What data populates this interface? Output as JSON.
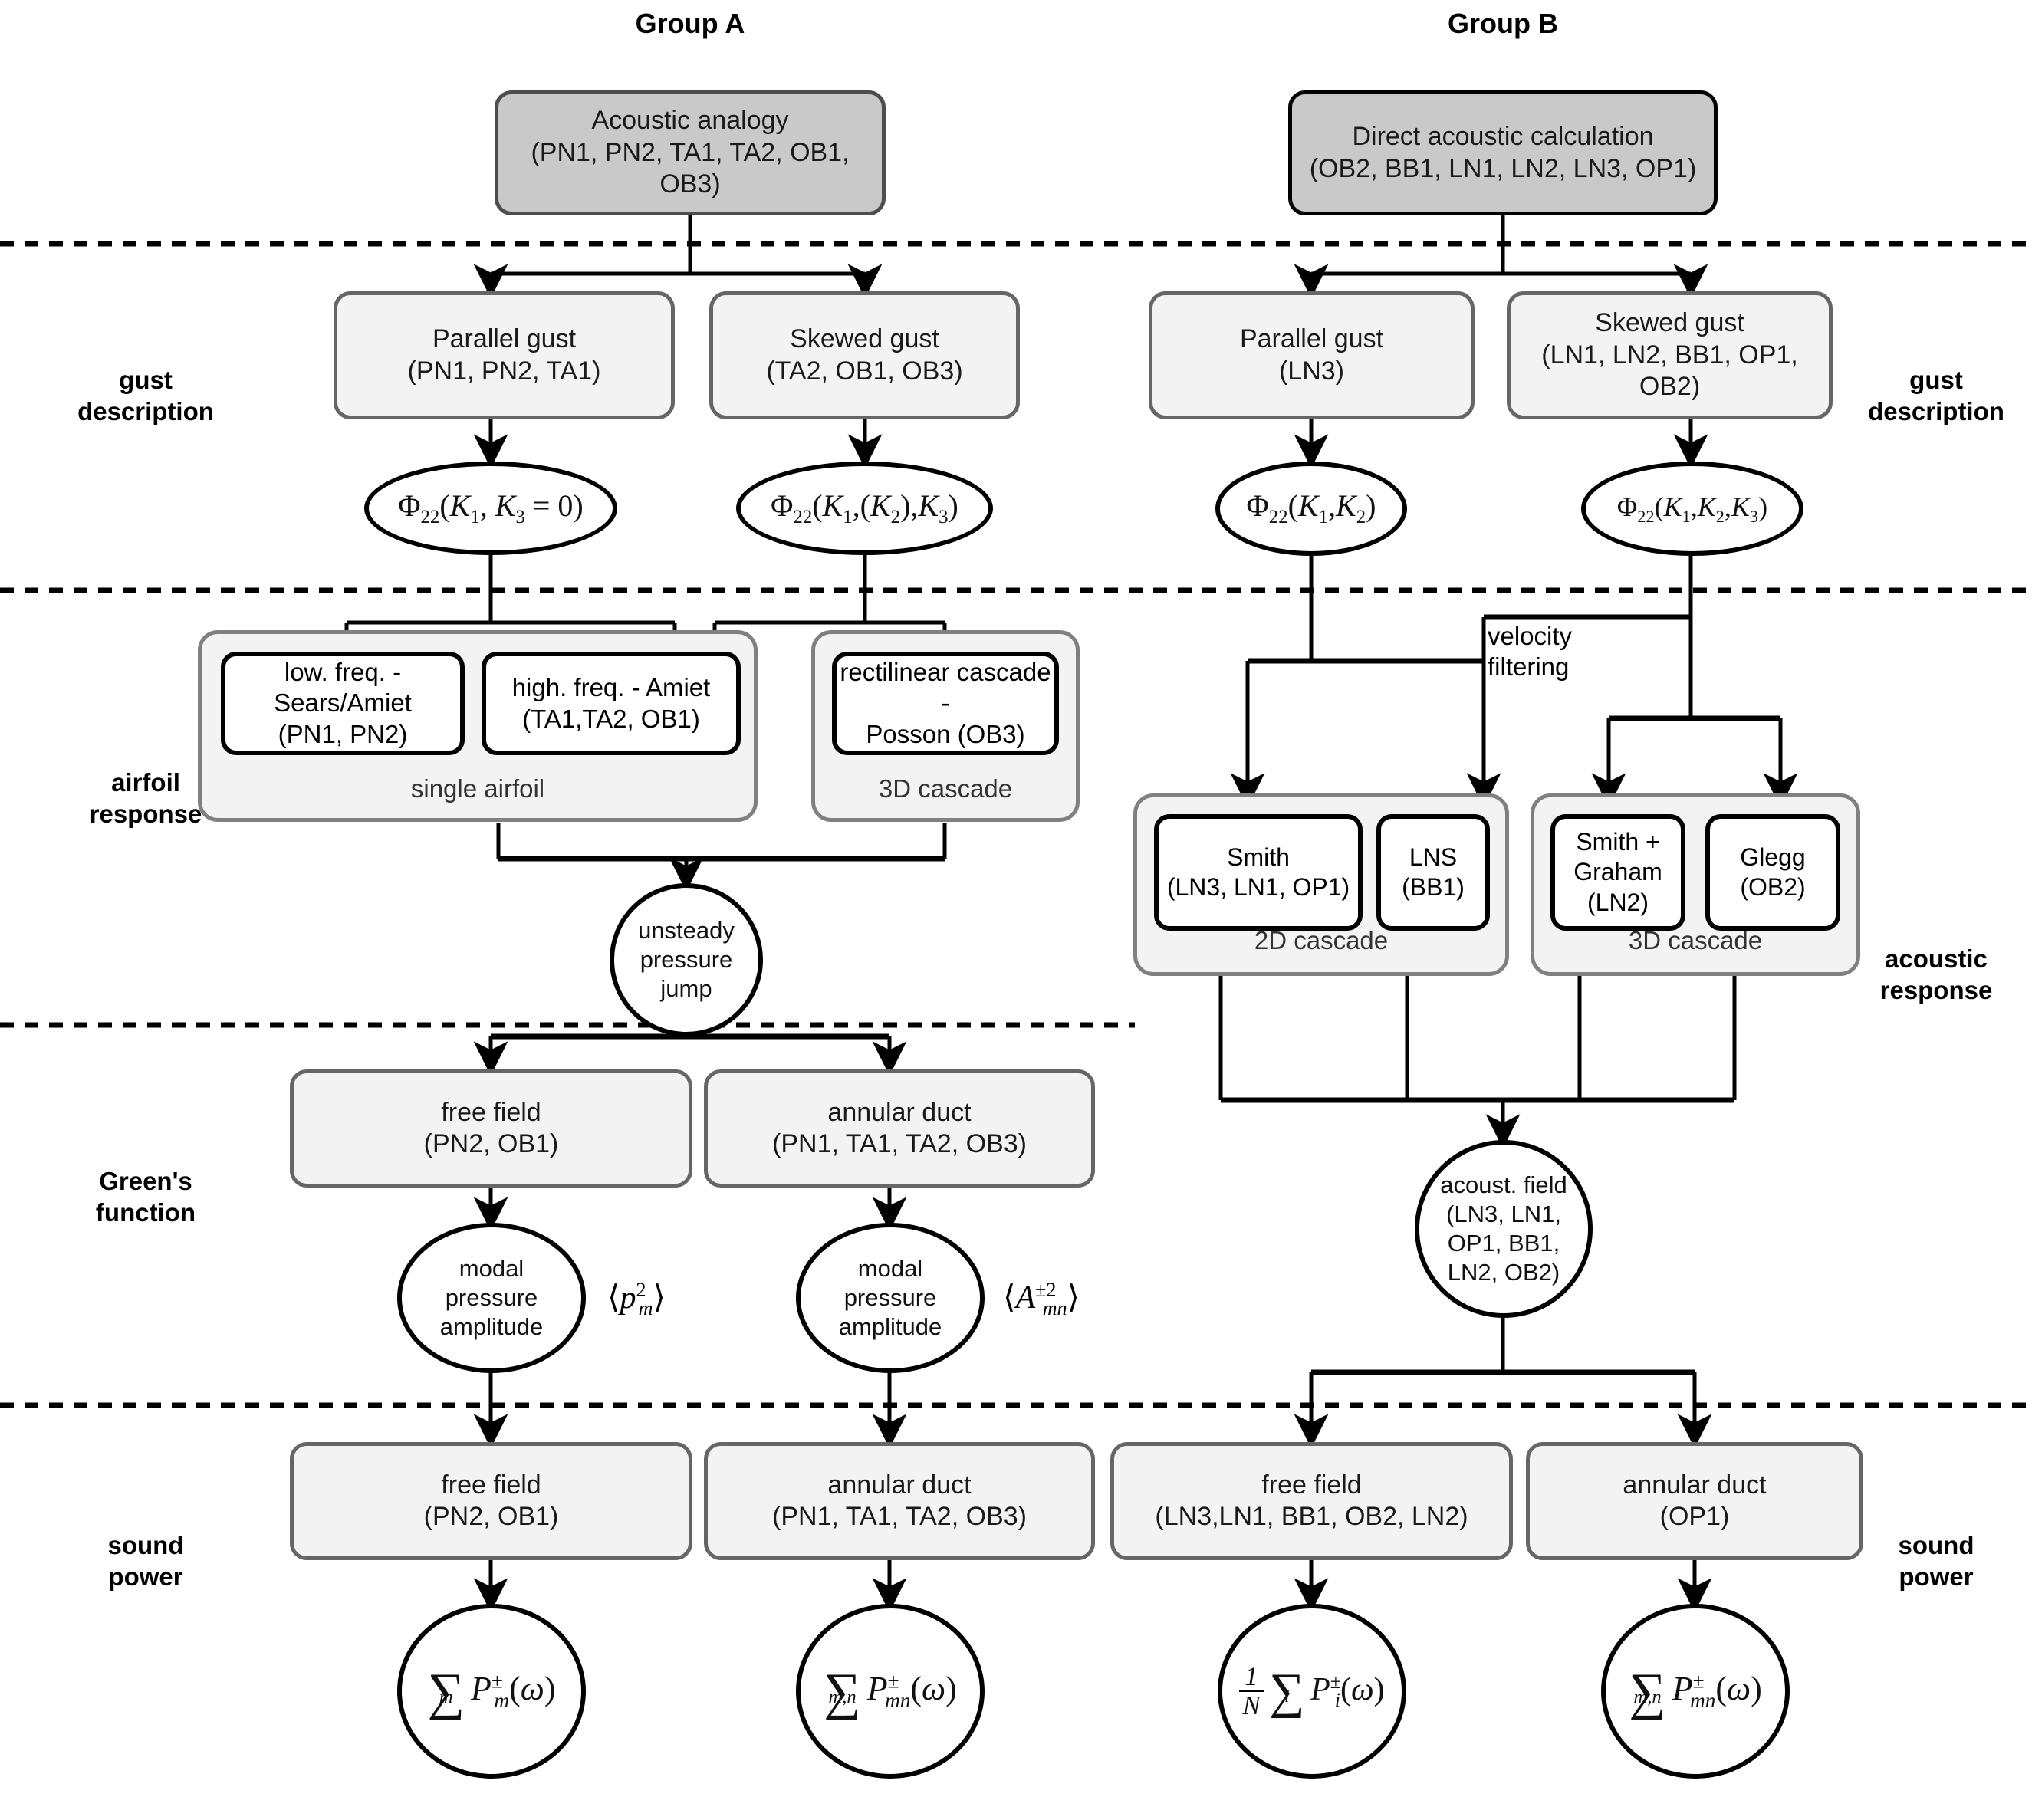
{
  "groups": {
    "a_title": "Group A",
    "b_title": "Group B"
  },
  "left_labels": [
    {
      "id": "gust-description",
      "line1": "gust",
      "line2": "description"
    },
    {
      "id": "airfoil-response",
      "line1": "airfoil",
      "line2": "response"
    },
    {
      "id": "greens-function",
      "line1": "Green's",
      "line2": "function"
    },
    {
      "id": "sound-power",
      "line1": "sound",
      "line2": "power"
    }
  ],
  "right_labels": [
    {
      "id": "gust-description",
      "line1": "gust",
      "line2": "description"
    },
    {
      "id": "acoustic-response",
      "line1": "acoustic",
      "line2": "response"
    },
    {
      "id": "sound-power",
      "line1": "sound",
      "line2": "power"
    }
  ],
  "group_a": {
    "head": {
      "line1": "Acoustic analogy",
      "line2": "(PN1, PN2, TA1, TA2, OB1, OB3)"
    },
    "gust_parallel": {
      "line1": "Parallel gust",
      "line2": "(PN1, PN2, TA1)"
    },
    "gust_skewed": {
      "line1": "Skewed gust",
      "line2": "(TA2, OB1, OB3)"
    },
    "spectrum_parallel": "Φ₂₂(K₁, K₃ = 0)",
    "spectrum_skewed": "Φ₂₂(K₁, (K₂), K₃)",
    "wrap_single_airfoil": "single airfoil",
    "wrap_3d_cascade": "3D cascade",
    "resp_lowfreq": {
      "line1": "low. freq. -",
      "line2": "Sears/Amiet",
      "line3": "(PN1, PN2)"
    },
    "resp_highfreq": {
      "line1": "high. freq. - Amiet",
      "line2": "(TA1,TA2, OB1)"
    },
    "resp_rectilinear": {
      "line1": "rectilinear cascade -",
      "line2": "Posson (OB3)"
    },
    "unsteady": {
      "line1": "unsteady",
      "line2": "pressure",
      "line3": "jump"
    },
    "green_free": {
      "line1": "free field",
      "line2": "(PN2, OB1)"
    },
    "green_duct": {
      "line1": "annular duct",
      "line2": "(PN1, TA1, TA2, OB3)"
    },
    "modal_free": {
      "line1": "modal",
      "line2": "pressure",
      "line3": "amplitude",
      "math": "⟨p²ₘ⟩"
    },
    "modal_duct": {
      "line1": "modal",
      "line2": "pressure",
      "line3": "amplitude",
      "math": "⟨A±²ₘₙ⟩"
    },
    "power_free": {
      "line1": "free field",
      "line2": "(PN2, OB1)"
    },
    "power_duct": {
      "line1": "annular duct",
      "line2": "(PN1, TA1, TA2, OB3)"
    },
    "sum_free": "∑ₘ P±ₘ(ω)",
    "sum_duct": "∑ₘ,ₙ P±ₘₙ(ω)"
  },
  "group_b": {
    "head": {
      "line1": "Direct acoustic calculation",
      "line2": "(OB2, BB1, LN1, LN2, LN3, OP1)"
    },
    "gust_parallel": {
      "line1": "Parallel gust",
      "line2": "(LN3)"
    },
    "gust_skewed": {
      "line1": "Skewed gust",
      "line2": "(LN1, LN2, BB1, OP1,",
      "line3": "OB2)"
    },
    "spectrum_parallel": "Φ₂₂(K₁, K₂)",
    "spectrum_skewed": "Φ₂₂(K₁, K₂, K₃)",
    "velocity_filtering": {
      "line1": "velocity",
      "line2": "filtering"
    },
    "wrap_2d_cascade": "2D cascade",
    "wrap_3d_cascade": "3D cascade",
    "resp_smith": {
      "line1": "Smith",
      "line2": "(LN3, LN1, OP1)"
    },
    "resp_lns": {
      "line1": "LNS",
      "line2": "(BB1)"
    },
    "resp_smith_graham": {
      "line1": "Smith +",
      "line2": "Graham",
      "line3": "(LN2)"
    },
    "resp_glegg": {
      "line1": "Glegg",
      "line2": "(OB2)"
    },
    "acoust_field": {
      "line1": "acoust. field",
      "line2": "(LN3, LN1,",
      "line3": "OP1, BB1,",
      "line4": "LN2, OB2)"
    },
    "power_free": {
      "line1": "free field",
      "line2": "(LN3,LN1, BB1, OB2, LN2)"
    },
    "power_duct": {
      "line1": "annular duct",
      "line2": "(OP1)"
    },
    "sum_free": "(1/N) ∑ᵢ P±ᵢ(ω)",
    "sum_duct": "∑ₘ,ₙ P±ₘₙ(ω)"
  },
  "colors": {
    "head_fill": "#c9c9c9",
    "box_fill": "#f3f3f3",
    "box_border": "#666666",
    "group_border": "#808080",
    "inner_border": "#000000",
    "line": "#000000"
  }
}
